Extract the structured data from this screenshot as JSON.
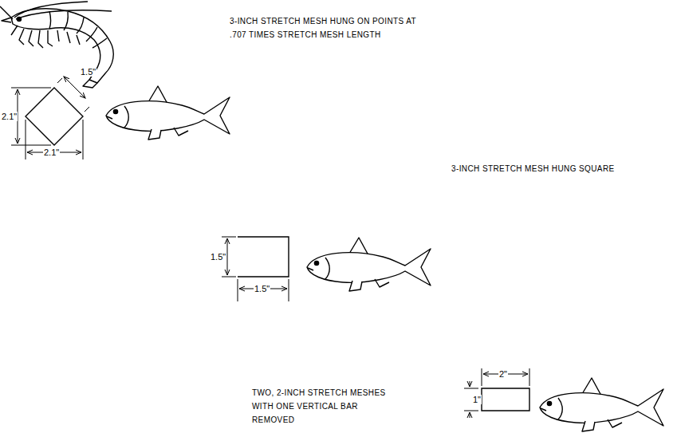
{
  "diagram": {
    "labels": [
      "3-INCH STRETCH MESH HUNG ON POINTS AT .707 TIMES STRETCH MESH LENGTH",
      "2.1\"",
      "1.5\"",
      "2.1\"",
      "3-INCH STRETCH MESH HUNG SQUARE",
      "1.5\"",
      "1.5\"",
      "TWO, 2-INCH STRETCH MESHES WITH ONE VERTICAL BAR REMOVED",
      "2\"",
      "1\""
    ]
  }
}
